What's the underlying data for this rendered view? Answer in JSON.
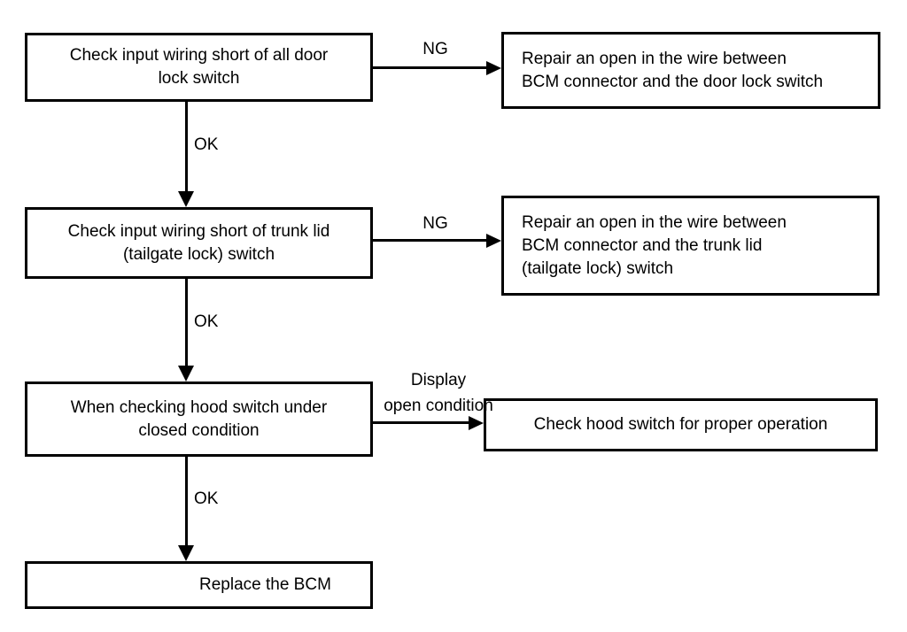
{
  "page": {
    "background": "#ffffff",
    "ink": "#000000"
  },
  "flowchart": {
    "type": "troubleshooting-flowchart",
    "nodes": [
      {
        "id": "check-door-lock-wiring",
        "lines": [
          "Check input wiring short of all door",
          "lock switch"
        ]
      },
      {
        "id": "repair-door-lock-wire",
        "lines": [
          "Repair an open in the wire between",
          "BCM connector and the door lock switch"
        ]
      },
      {
        "id": "check-trunk-lid-wiring",
        "lines": [
          "Check input wiring short of trunk lid",
          "(tailgate lock) switch"
        ]
      },
      {
        "id": "repair-trunk-lid-wire",
        "lines": [
          "Repair an open in the wire between",
          "BCM connector and the trunk lid",
          "(tailgate lock) switch"
        ]
      },
      {
        "id": "check-hood-closed",
        "lines": [
          "When checking hood switch under",
          "closed condition"
        ]
      },
      {
        "id": "check-hood-operation",
        "lines": [
          "Check hood switch for proper operation"
        ]
      },
      {
        "id": "replace-bcm",
        "lines": [
          "Replace the BCM"
        ]
      }
    ],
    "edges": [
      {
        "from": "check-door-lock-wiring",
        "to": "repair-door-lock-wire",
        "label": "NG"
      },
      {
        "from": "check-door-lock-wiring",
        "to": "check-trunk-lid-wiring",
        "label": "OK"
      },
      {
        "from": "check-trunk-lid-wiring",
        "to": "repair-trunk-lid-wire",
        "label": "NG"
      },
      {
        "from": "check-trunk-lid-wiring",
        "to": "check-hood-closed",
        "label": "OK"
      },
      {
        "from": "check-hood-closed",
        "to": "check-hood-operation",
        "label": [
          "Display",
          "open condition"
        ]
      },
      {
        "from": "check-hood-closed",
        "to": "replace-bcm",
        "label": "OK"
      }
    ]
  }
}
